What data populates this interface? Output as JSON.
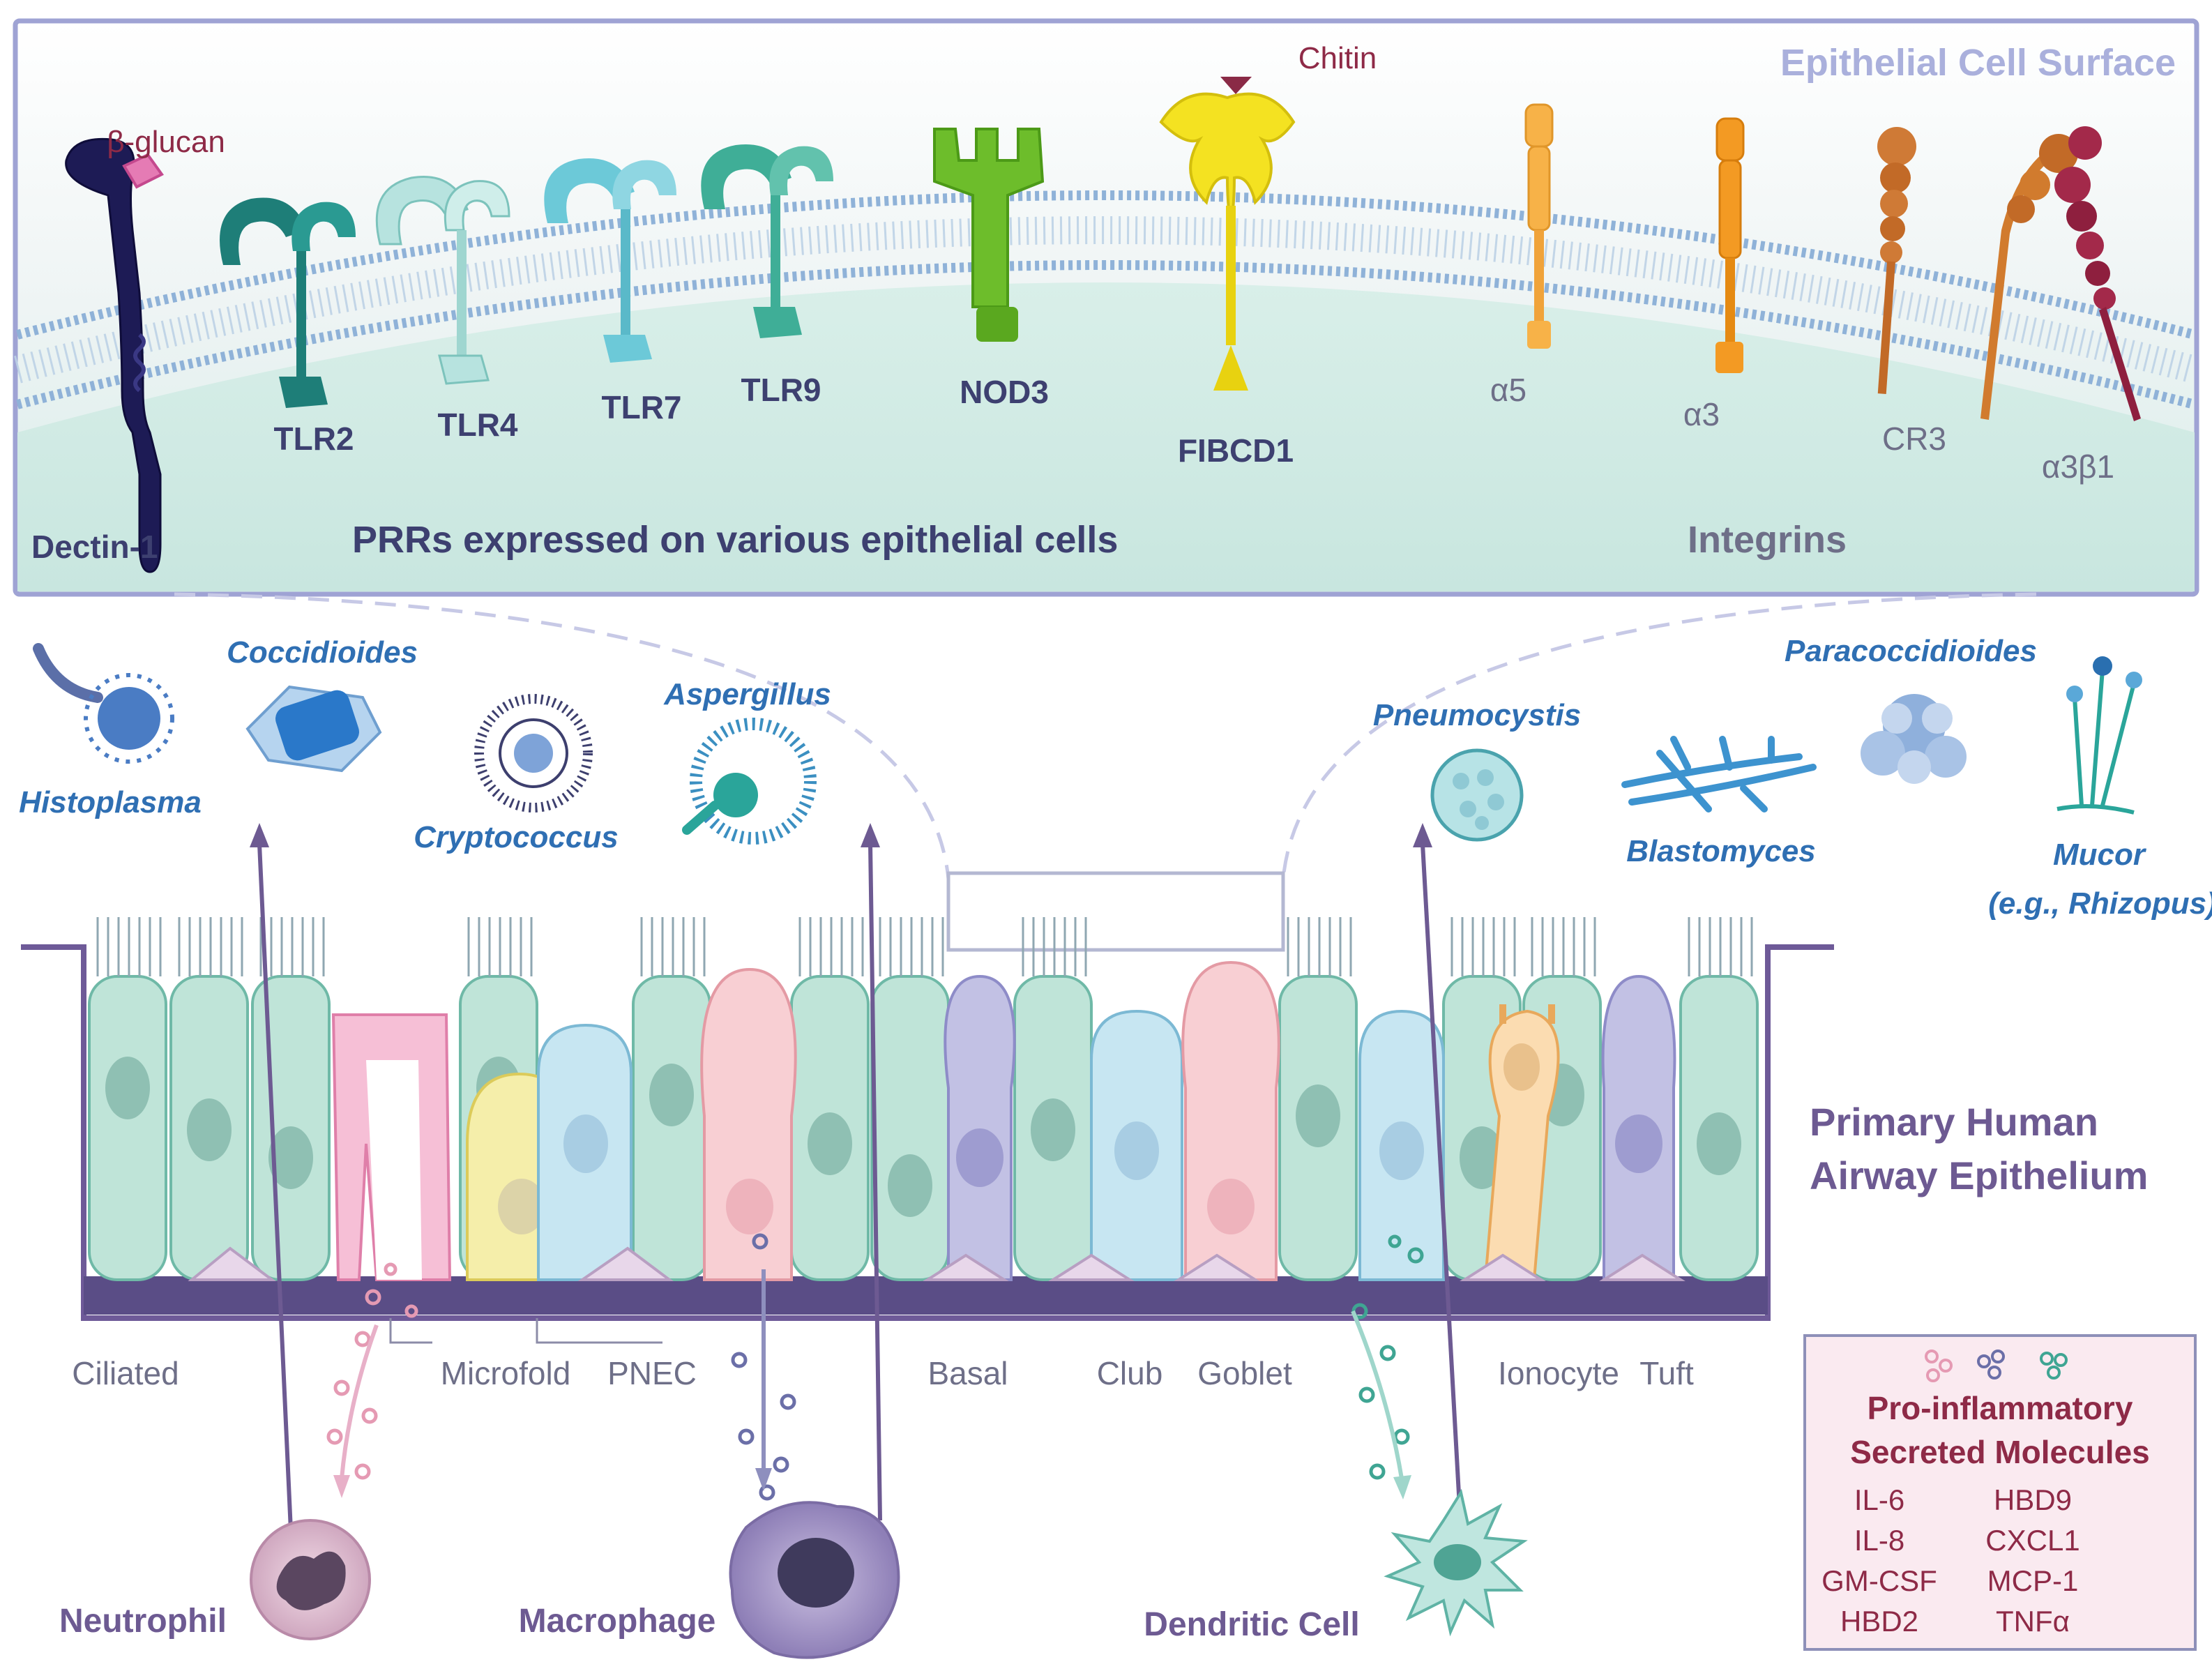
{
  "panel": {
    "title": "Epithelial Cell Surface",
    "prr_heading": "PRRs expressed on various epithelial cells",
    "integrins_heading": "Integrins"
  },
  "ligands": {
    "beta_glucan": "β-glucan",
    "chitin": "Chitin"
  },
  "receptors": {
    "dectin1": "Dectin-1",
    "tlr2": "TLR2",
    "tlr4": "TLR4",
    "tlr7": "TLR7",
    "tlr9": "TLR9",
    "nod3": "NOD3",
    "fibcd1": "FIBCD1",
    "a5": "α5",
    "a3": "α3",
    "cr3": "CR3",
    "a3b1": "α3β1"
  },
  "fungi": {
    "histoplasma": "Histoplasma",
    "coccidioides": "Coccidioides",
    "cryptococcus": "Cryptococcus",
    "aspergillus": "Aspergillus",
    "pneumocystis": "Pneumocystis",
    "blastomyces": "Blastomyces",
    "paracoccidioides": "Paracoccidioides",
    "mucor": "Mucor",
    "mucor_eg": "(e.g., Rhizopus)"
  },
  "epithelium": {
    "title_line1": "Primary Human",
    "title_line2": "Airway Epithelium"
  },
  "cell_types": {
    "ciliated": "Ciliated",
    "microfold": "Microfold",
    "pnec": "PNEC",
    "basal": "Basal",
    "club": "Club",
    "goblet": "Goblet",
    "ionocyte": "Ionocyte",
    "tuft": "Tuft"
  },
  "immune_cells": {
    "neutrophil": "Neutrophil",
    "macrophage": "Macrophage",
    "dendritic": "Dendritic Cell"
  },
  "legend": {
    "title_line1": "Pro-inflammatory",
    "title_line2": "Secreted Molecules",
    "molecules_left": [
      "IL-6",
      "IL-8",
      "GM-CSF",
      "HBD2"
    ],
    "molecules_right": [
      "HBD9",
      "CXCL1",
      "MCP-1",
      "TNFα"
    ]
  },
  "colors": {
    "panel_border": "#9fa3d4",
    "membrane": "#8fb2d8",
    "epithelium_base": "#5a4d86",
    "fungus_label": "#2f6fb3",
    "ligand_label": "#8e2a47"
  }
}
